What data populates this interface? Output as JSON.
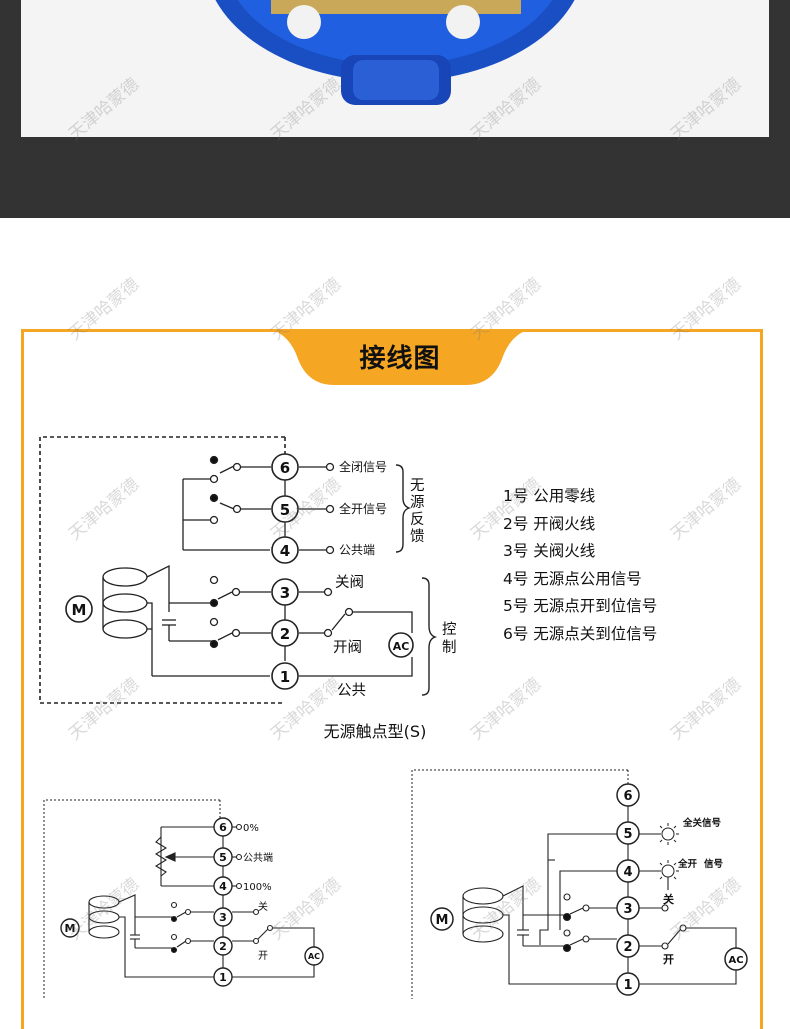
{
  "section_title": "接线图",
  "watermark": "天津哈蒙德",
  "main_diagram": {
    "caption": "无源触点型(S)",
    "motor": "M",
    "ac": "AC",
    "terminals": [
      "6",
      "5",
      "4",
      "3",
      "2",
      "1"
    ],
    "labels": {
      "close_signal": "全闭信号",
      "open_signal": "全开信号",
      "common_end": "公共端",
      "feedback_bracket": [
        "无",
        "源",
        "反",
        "馈"
      ],
      "close_valve": "关阀",
      "open_valve": "开阀",
      "common": "公共",
      "control_bracket": [
        "控",
        "制"
      ]
    }
  },
  "legend": [
    "1号  公用零线",
    "2号  开阀火线",
    "3号  关阀火线",
    "4号  无源点公用信号",
    "5号  无源点开到位信号",
    "6号  无源点关到位信号"
  ],
  "pot_diagram": {
    "motor": "M",
    "ac": "AC",
    "terminals": [
      "6",
      "5",
      "4",
      "3",
      "2",
      "1"
    ],
    "labels": {
      "t6": "0%",
      "t5": "公共端",
      "t4": "100%",
      "close": "关",
      "open": "开"
    }
  },
  "lamp_diagram": {
    "motor": "M",
    "ac": "AC",
    "terminals": [
      "6",
      "5",
      "4",
      "3",
      "2",
      "1"
    ],
    "labels": {
      "all_close_signal": "全关信号",
      "all_open": "全开",
      "signal": "信号",
      "close": "关",
      "open": "开"
    }
  }
}
